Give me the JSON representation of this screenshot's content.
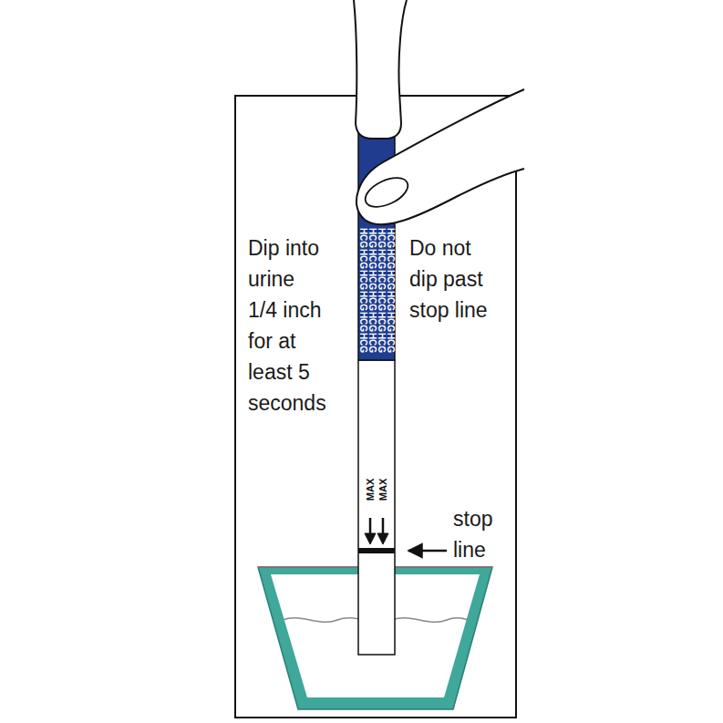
{
  "diagram": {
    "labels": [
      "HCG",
      "HCG",
      "HCG",
      "HCG",
      "HCG",
      "HCG",
      "HCG",
      "HCG",
      "HCG",
      "HCG",
      "HCG",
      "HCG",
      "HCG",
      "HCG",
      "HCG",
      "HCG",
      "HCG",
      "HCG",
      "HCG",
      "HCG",
      "HCG",
      "HCG",
      "HCG",
      "HCG",
      "Dip into urine 1/4 inch for at least 5 seconds",
      "Do not dip past stop line",
      "MAX",
      "MAX",
      "stop line"
    ]
  }
}
